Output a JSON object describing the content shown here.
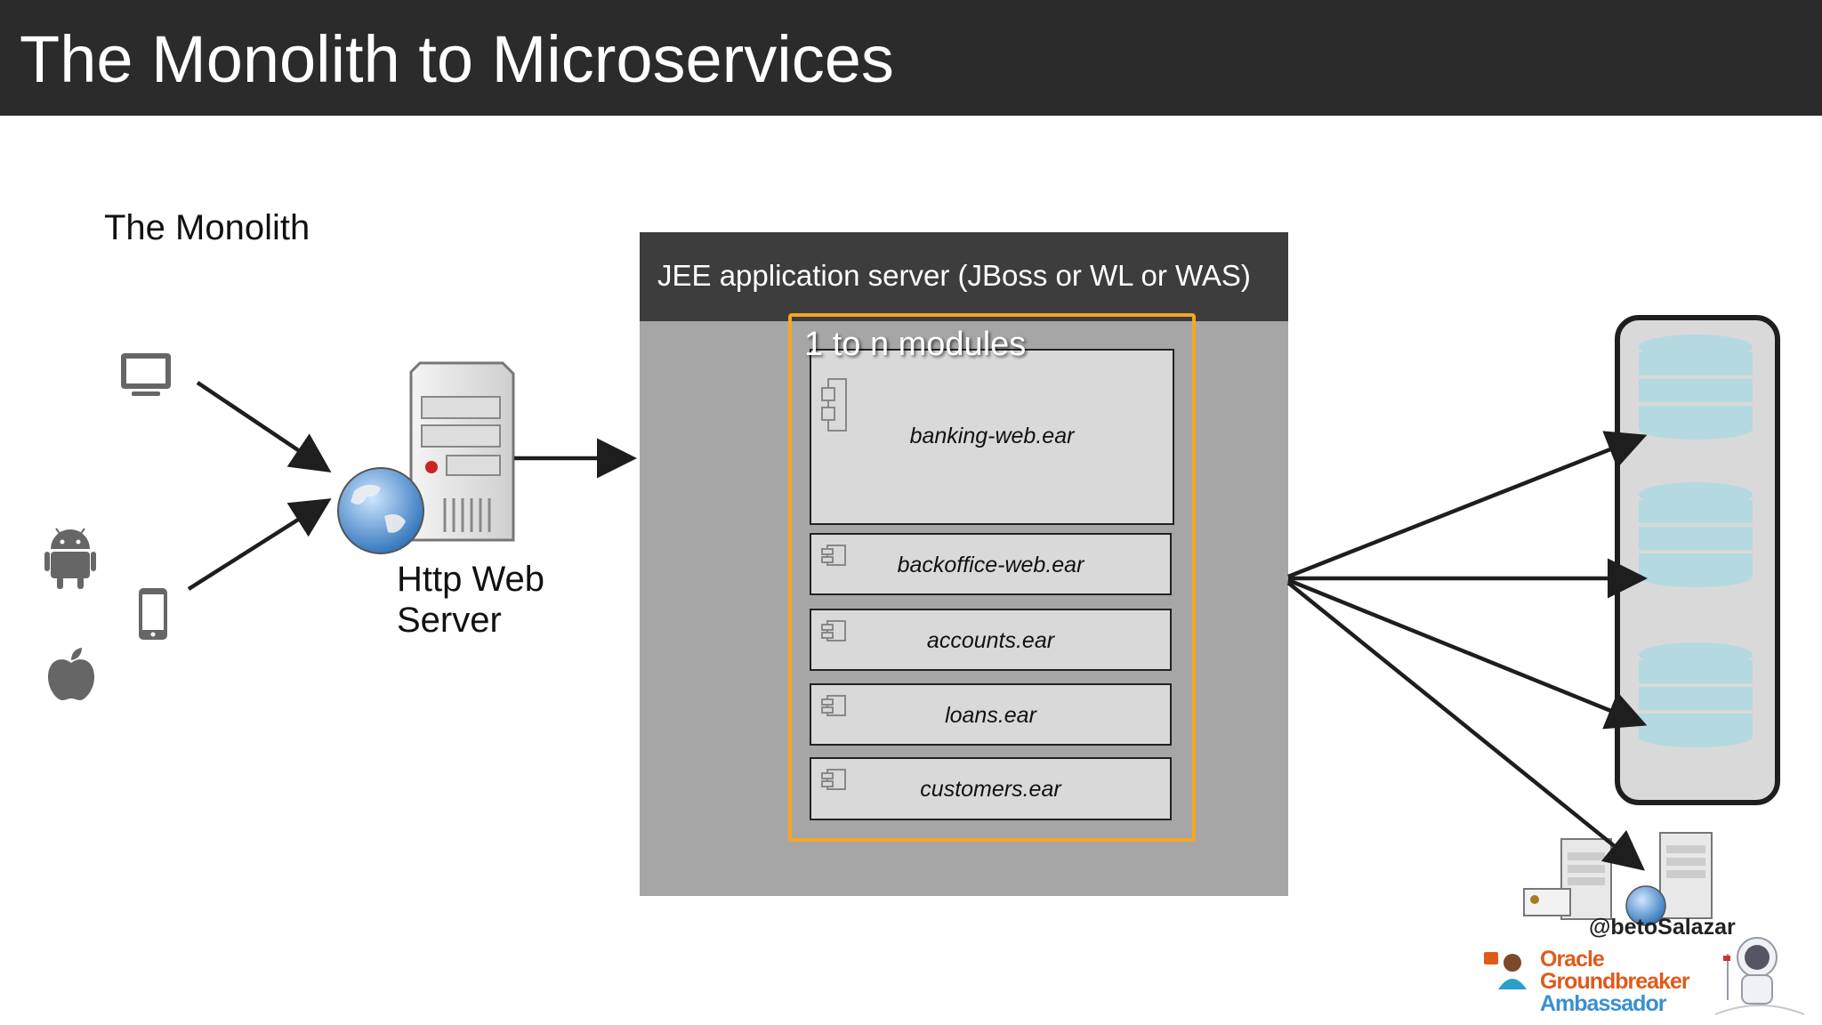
{
  "slide": {
    "title": "The Monolith to Microservices",
    "monolith_label": "The Monolith",
    "http_server_label": "Http Web Server",
    "app_server_title": "JEE application server (JBoss or WL or WAS)",
    "modules_label": "1 to n modules",
    "modules": [
      "banking-web.ear",
      "backoffice-web.ear",
      "accounts.ear",
      "loans.ear",
      "customers.ear"
    ],
    "clients": [
      "desktop-icon",
      "android-icon",
      "mobile-phone-icon",
      "apple-icon"
    ],
    "databases": [
      "database-icon",
      "database-icon",
      "database-icon"
    ],
    "author_handle": "@betoSalazar",
    "badge": {
      "line1": "Oracle",
      "line2": "Groundbreaker",
      "line3": "Ambassador"
    },
    "colors": {
      "header": "#2b2b2b",
      "server_box": "#a6a6a6",
      "modules_frame": "#f5a623",
      "database": "#b5d9e0"
    }
  }
}
